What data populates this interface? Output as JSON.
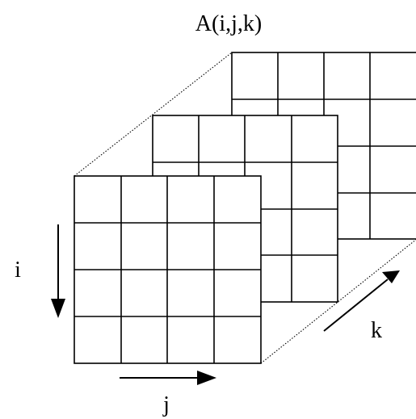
{
  "diagram": {
    "title": "A(i,j,k)",
    "axis_labels": {
      "i": "i",
      "j": "j",
      "k": "k"
    },
    "grid": {
      "rows": 4,
      "cols": 4
    },
    "planes": 3
  }
}
